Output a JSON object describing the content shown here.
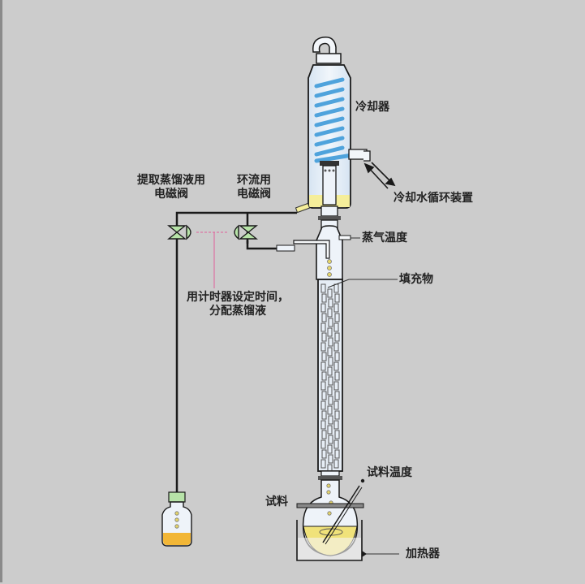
{
  "diagram": {
    "type": "distillation-apparatus",
    "labels": {
      "condenser": "冷却器",
      "cooling_water": "冷却水循环装置",
      "extract_valve_line1": "提取蒸馏液用",
      "extract_valve_line2": "电磁阀",
      "reflux_valve_line1": "环流用",
      "reflux_valve_line2": "电磁阀",
      "vapor_temp": "蒸气温度",
      "packing": "填充物",
      "timer_line1": "用计时器设定时间，",
      "timer_line2": "分配蒸馏液",
      "sample_temp": "试料温度",
      "sample": "试料",
      "heater": "加热器"
    },
    "colors": {
      "background": "#cccccc",
      "glass": "#e4eef8",
      "coil": "#4fa3dc",
      "liquid": "#f5ee9a",
      "flask_liquid": "#f0e27a",
      "receiver_liquid": "#f2b636",
      "valve": "#b7e3a8",
      "timer_line": "#e0609a",
      "outline": "#1a1a1a"
    }
  }
}
